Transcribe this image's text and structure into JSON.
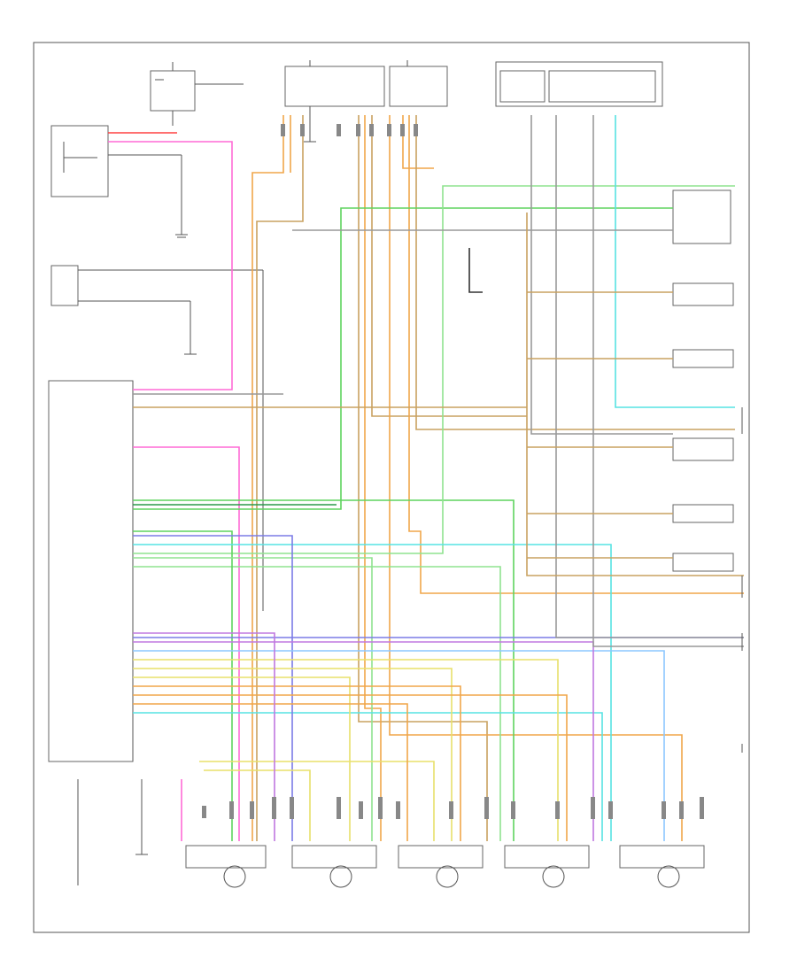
{
  "diagram": {
    "page_code": "",
    "colors": {
      "orange": "#f0a64a",
      "tan": "#c9a260",
      "yellow": "#e8e06a",
      "green": "#5fd35f",
      "lightgreen": "#8fe38f",
      "darkgreen": "#2a9a4a",
      "blue": "#7b7be6",
      "lightblue": "#8cc7ff",
      "cyan": "#56e3e3",
      "pink": "#ff6ad5",
      "violet": "#c078e0",
      "red": "#ff4040",
      "gray": "#999999",
      "black": "#333333",
      "brown": "#b07a3a"
    },
    "components": [
      {
        "id": "fuse-block-left",
        "label": ""
      },
      {
        "id": "fuse-block-mid-1",
        "label": ""
      },
      {
        "id": "fuse-block-mid-2",
        "label": ""
      },
      {
        "id": "power-distribution",
        "label": ""
      },
      {
        "id": "blower-relay",
        "label": ""
      },
      {
        "id": "coolant-switch",
        "label": ""
      },
      {
        "id": "hvac-control-module",
        "label": ""
      },
      {
        "id": "temperature-sensors",
        "label": ""
      },
      {
        "id": "recirculation-actuator",
        "label": ""
      },
      {
        "id": "defroster-door-actuator",
        "label": ""
      },
      {
        "id": "mode-door-actuator",
        "label": ""
      },
      {
        "id": "air-temp-door-actuator",
        "label": ""
      },
      {
        "id": "passenger-temp-actuator",
        "label": ""
      }
    ],
    "module_pins": [
      "",
      "",
      "",
      "",
      "",
      "",
      "",
      "",
      "",
      "",
      "",
      "",
      "",
      "",
      "",
      "",
      "",
      "",
      "",
      "",
      "",
      "",
      "",
      "",
      "",
      "",
      "",
      "",
      "",
      "",
      "",
      "",
      "",
      "",
      "",
      "",
      "",
      "",
      "",
      ""
    ],
    "wire_labels": []
  }
}
